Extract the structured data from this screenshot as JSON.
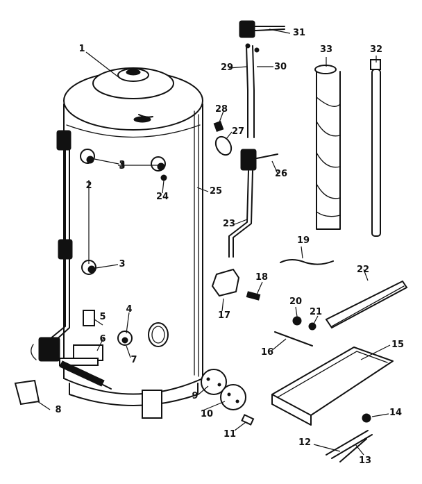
{
  "labels": {
    "p1": "1",
    "p2": "2",
    "p3a": "3",
    "p3b": "3",
    "p4": "4",
    "p5": "5",
    "p6": "6",
    "p7": "7",
    "p8": "8",
    "p9": "9",
    "p10": "10",
    "p11": "11",
    "p12": "12",
    "p13": "13",
    "p14": "14",
    "p15": "15",
    "p16": "16",
    "p17": "17",
    "p18": "18",
    "p19": "19",
    "p20": "20",
    "p21": "21",
    "p22": "22",
    "p23": "23",
    "p24": "24",
    "p25": "25",
    "p26": "26",
    "p27": "27",
    "p28": "28",
    "p29": "29",
    "p30": "30",
    "p31": "31",
    "p32": "32",
    "p33": "33",
    "p3c": "3"
  }
}
